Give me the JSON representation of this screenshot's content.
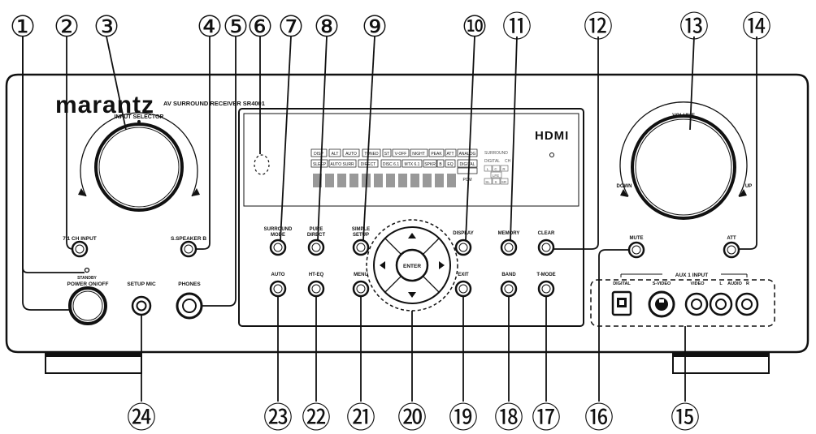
{
  "brand": "marantz",
  "model": "AV SURROUND RECEIVER SR4001",
  "hdmi_logo": "HDMI",
  "callout_numbers": [
    "①",
    "②",
    "③",
    "④",
    "⑤",
    "⑥",
    "⑦",
    "⑧",
    "⑨",
    "⑩",
    "⑪",
    "⑫",
    "⑬",
    "⑭",
    "⑮",
    "⑯",
    "⑰",
    "⑱",
    "⑲",
    "⑳",
    "㉑",
    "㉒",
    "㉓",
    "㉔"
  ],
  "labels": {
    "input_selector": "INPUT SELECTOR",
    "volume": "VOLUME",
    "down": "DOWN",
    "up": "UP",
    "ch_input": "7.1 CH INPUT",
    "speaker_b": "S.SPEAKER B",
    "standby": "STANDBY",
    "power": "POWER ON/OFF",
    "setup_mic": "SETUP MIC",
    "phones": "PHONES",
    "surround_mode_1": "SURROUND",
    "surround_mode_2": "MODE",
    "pure_direct_1": "PURE",
    "pure_direct_2": "DIRECT",
    "simple_setup_1": "SIMPLE",
    "simple_setup_2": "SETUP",
    "display": "DISPLAY",
    "memory": "MEMORY",
    "clear": "CLEAR",
    "mute": "MUTE",
    "att": "ATT",
    "auto": "AUTO",
    "ht_eq": "HT-EQ",
    "menu": "MENU",
    "enter": "ENTER",
    "exit": "EXIT",
    "band": "BAND",
    "t_mode": "T-MODE",
    "aux_input": "AUX 1 INPUT",
    "digital": "DIGITAL",
    "s_video": "S-VIDEO",
    "video": "VIDEO",
    "l": "L",
    "audio": "AUDIO",
    "r": "R"
  },
  "fl_display": {
    "row1": [
      "DISP",
      "ALT",
      "AUTO",
      "TUNED",
      "ST",
      "V-OFF",
      "NIGHT",
      "PEAK",
      "ATT",
      "ANALOG"
    ],
    "row2": [
      "SLEEP",
      "AUTO SURR",
      "DIRECT",
      "DISC 6.1",
      "MTX 6.1",
      "SPKR",
      "B",
      "EQ",
      "DIGITAL"
    ],
    "pcm": "PCM",
    "surround": "SURROUND",
    "digital_ch": "DIGITAL",
    "ch": "CH",
    "ch_grid": [
      "L",
      "C",
      "R",
      "LFE",
      "SL",
      "S",
      "SR"
    ]
  }
}
